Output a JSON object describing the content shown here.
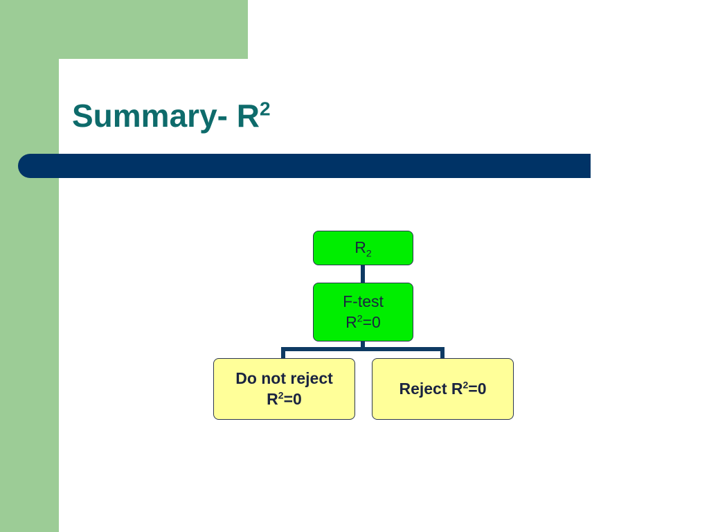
{
  "slide": {
    "title_text": "Summary- R",
    "title_sup": "2"
  },
  "diagram": {
    "root": {
      "base": "R",
      "sub": "2"
    },
    "ftest": {
      "line1": "F-test",
      "line2_base": "R",
      "line2_sup": "2",
      "line2_rest": "=0"
    },
    "do_not_reject": {
      "line1": "Do not reject",
      "line2_base": "R",
      "line2_sup": "2",
      "line2_rest": "=0"
    },
    "reject": {
      "base": "Reject R",
      "sup": "2",
      "rest": "=0"
    }
  },
  "colors": {
    "accent_green": "#9ccc96",
    "title": "#0e6b6b",
    "bar": "#003366",
    "node_green": "#00ee00",
    "node_yellow": "#ffff99",
    "connector": "#0e3a63"
  }
}
